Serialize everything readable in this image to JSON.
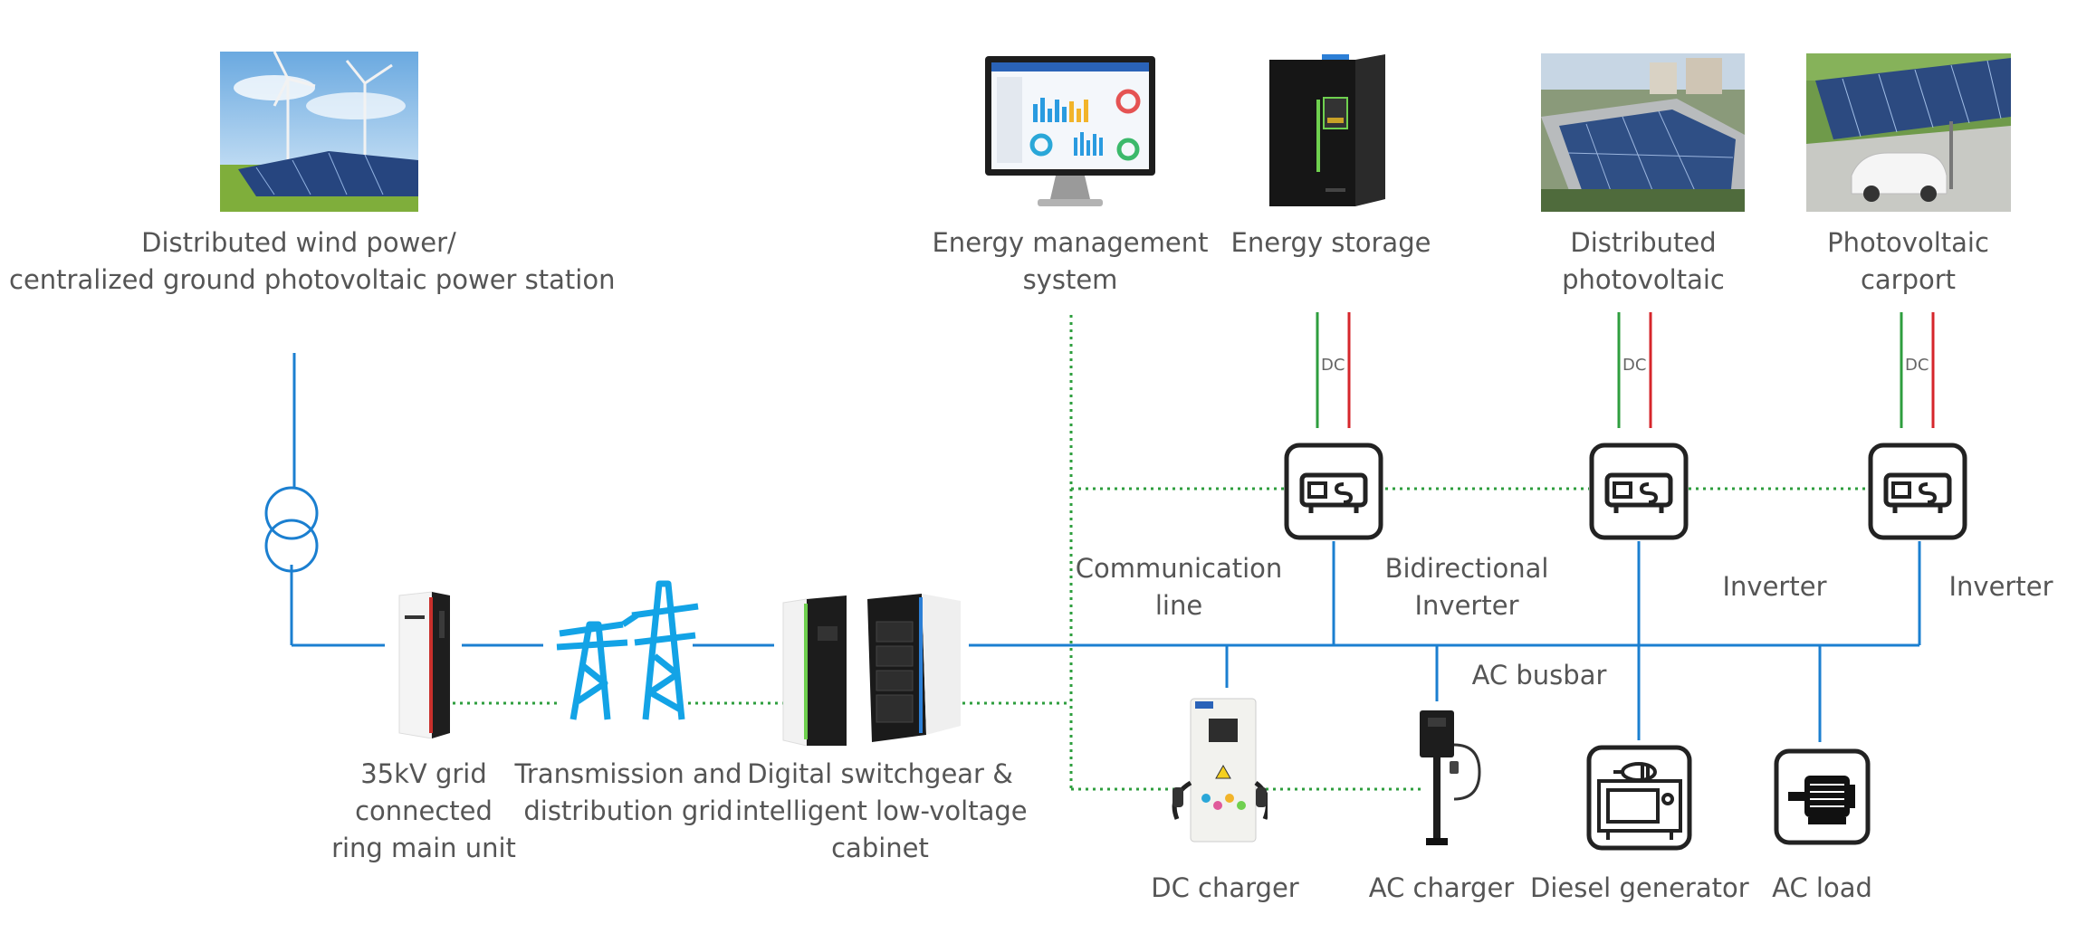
{
  "labels": {
    "wind_pv": "Distributed wind power/\ncentralized ground photovoltaic power station",
    "ems": "Energy management\nsystem",
    "storage": "Energy storage",
    "dist_pv": "Distributed\nphotovoltaic",
    "carport": "Photovoltaic\ncarport",
    "comm_line": "Communication\nline",
    "bidir_inverter": "Bidirectional\nInverter",
    "inverter_1": "Inverter",
    "inverter_2": "Inverter",
    "ac_busbar": "AC busbar",
    "ring_main": "35kV grid\nconnected\nring main unit",
    "trans_grid": "Transmission and\ndistribution grid",
    "switchgear": "Digital switchgear &\nintelligent low-voltage\ncabinet",
    "dc_charger": "DC charger",
    "ac_charger": "AC charger",
    "diesel": "Diesel generator",
    "ac_load": "AC load",
    "dc_1": "DC",
    "dc_2": "DC",
    "dc_3": "DC"
  },
  "colors": {
    "ac_line": "#1b7fd0",
    "comm_line": "#2e9e3e",
    "dc_positive": "#d6262b",
    "dc_negative": "#2e9e3e",
    "icon_stroke": "#222222",
    "tower": "#13a3e6"
  }
}
